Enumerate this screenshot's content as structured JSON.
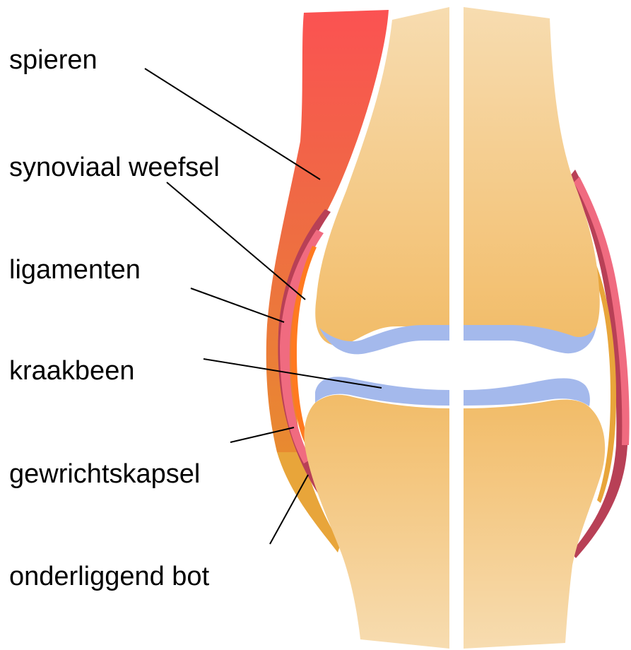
{
  "diagram": {
    "labels": [
      {
        "id": "spieren",
        "text": "spieren"
      },
      {
        "id": "synoviaal-weefsel",
        "text": "synoviaal weefsel"
      },
      {
        "id": "ligamenten",
        "text": "ligamenten"
      },
      {
        "id": "kraakbeen",
        "text": "kraakbeen"
      },
      {
        "id": "gewrichtskapsel",
        "text": "gewrichtskapsel"
      },
      {
        "id": "onderliggend-bot",
        "text": "onderliggend bot"
      }
    ],
    "colors": {
      "bone_light": "#f7dcb0",
      "bone_dark": "#f2bc68",
      "cartilage": "#a4b9ec",
      "muscle_top": "#fb5252",
      "muscle_bottom": "#e88a30",
      "ligament": "#f06b80",
      "capsule": "#b84056",
      "synovial": "#ff7a20",
      "synovial_gold": "#e8a53a",
      "leader_line": "#000000"
    }
  }
}
